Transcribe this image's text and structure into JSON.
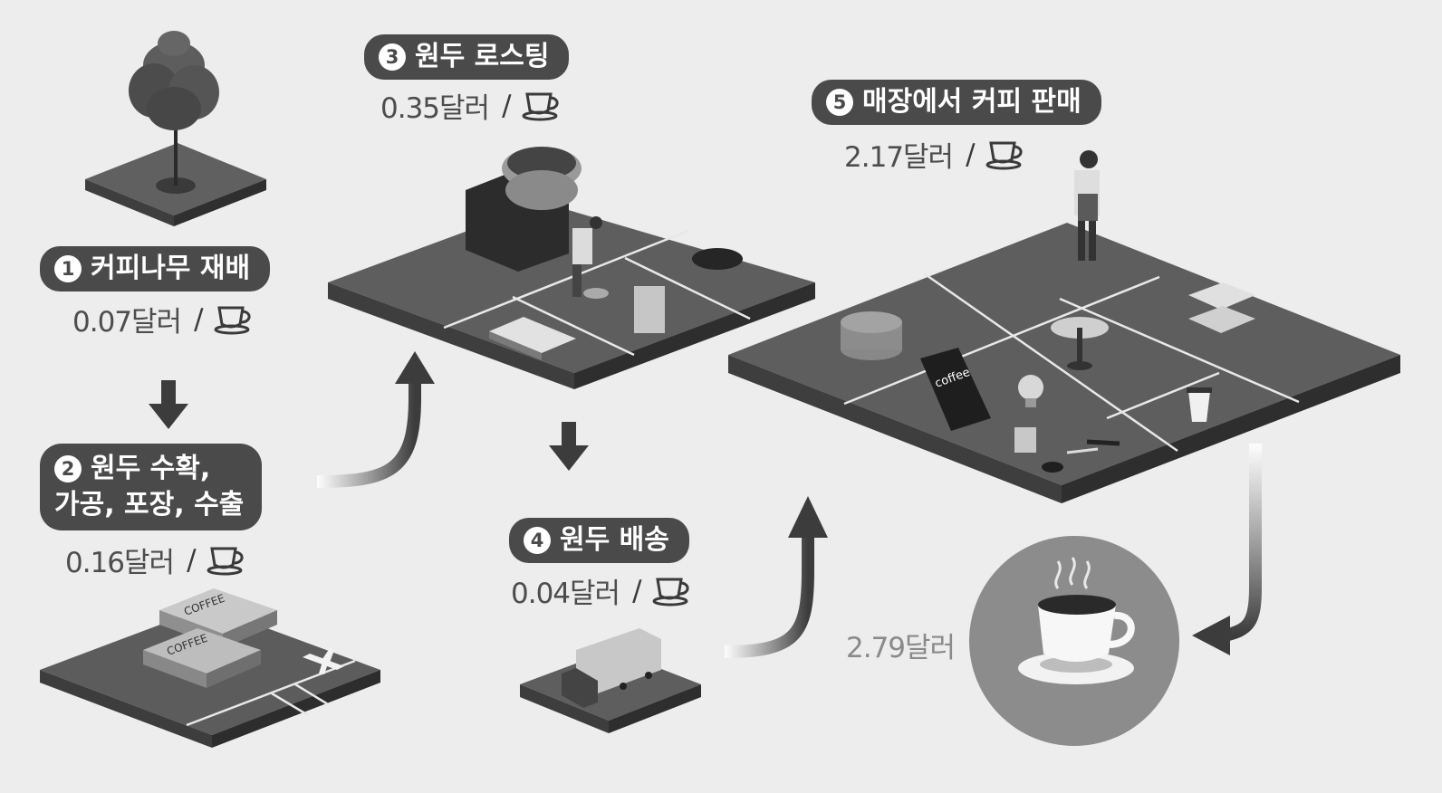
{
  "steps": [
    {
      "number": "1",
      "title_lines": [
        "커피나무 재배"
      ],
      "price": "0.07달러",
      "separator": "/",
      "unit_icon": "coffee-cup-icon"
    },
    {
      "number": "2",
      "title_lines": [
        "원두 수확,",
        "가공, 포장, 수출"
      ],
      "price": "0.16달러",
      "separator": "/",
      "unit_icon": "coffee-cup-icon"
    },
    {
      "number": "3",
      "title_lines": [
        "원두 로스팅"
      ],
      "price": "0.35달러",
      "separator": "/",
      "unit_icon": "coffee-cup-icon"
    },
    {
      "number": "4",
      "title_lines": [
        "원두 배송"
      ],
      "price": "0.04달러",
      "separator": "/",
      "unit_icon": "coffee-cup-icon"
    },
    {
      "number": "5",
      "title_lines": [
        "매장에서 커피 판매"
      ],
      "price": "2.17달러",
      "separator": "/",
      "unit_icon": "coffee-cup-icon"
    }
  ],
  "final_price": "2.79달러",
  "illustration_text": {
    "coffee_box_1": "COFFEE",
    "coffee_box_2": "COFFEE",
    "menu_board": "coffee"
  },
  "colors": {
    "background": "#ededed",
    "pill": "#4a4a4a",
    "platform": "#5e5e5e",
    "final_circle": "#8c8c8c"
  }
}
